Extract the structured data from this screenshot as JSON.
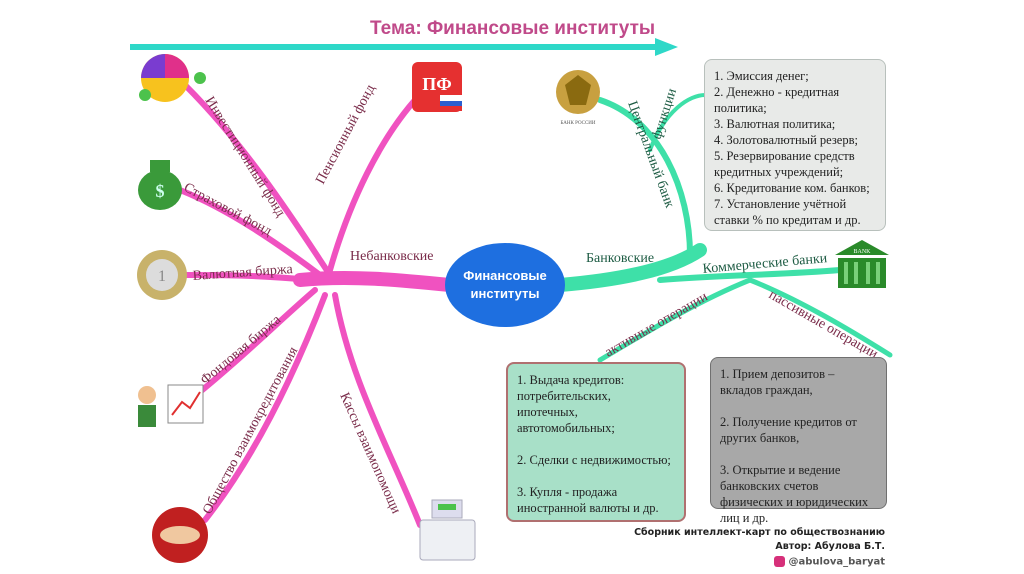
{
  "title": "Тема: Финансовые институты",
  "center": "Финансовые институты",
  "branches": {
    "nonbank": "Небанковские",
    "bank": "Банковские",
    "investment_fund": "Инвестиционный фонд",
    "pension_fund": "Пенсионный фонд",
    "insurance_fund": "Страховой фонд",
    "currency_exchange": "Валютная биржа",
    "stock_exchange": "Фондовая биржа",
    "mutual_credit": "Общество взаимокредитования",
    "mutual_aid": "Кассы взаимопомощи",
    "central_bank": "Центральный банк",
    "functions": "функции",
    "commercial_banks": "Коммерческие банки",
    "active_ops": "активные операции",
    "passive_ops": "пассивные операции"
  },
  "boxes": {
    "functions": "1. Эмиссия денег;\n2. Денежно - кредитная политика;\n3. Валютная политика;\n4. Золотовалютный резерв;\n5. Резервирование средств кредитных учреждений;\n6. Кредитование ком. банков;\n7. Установление учётной ставки % по кредитам и др.",
    "active": "1. Выдача кредитов:\nпотребительских,\nипотечных,\nавтотомобильных;\n\n2. Сделки с недвижимостью;\n\n3. Купля - продажа иностранной валюты и др.",
    "passive": "1. Прием депозитов – вкладов граждан,\n\n2. Получение кредитов от других банков,\n\n3. Открытие и ведение банковских счетов физических и юридических лиц и др."
  },
  "icons": {
    "bank_russia": "БАНК РОССИИ",
    "bank": "BANK"
  },
  "credits": {
    "line1": "Сборник интеллект-карт по обществознанию",
    "line2": "Автор: Абулова Б.Т.",
    "instagram": "@abulova_baryat"
  },
  "colors": {
    "pink": "#f052c0",
    "green": "#3ee0a8",
    "center": "#1e6fe0",
    "title": "#c04a8a",
    "arrow": "#2ed8c8"
  }
}
